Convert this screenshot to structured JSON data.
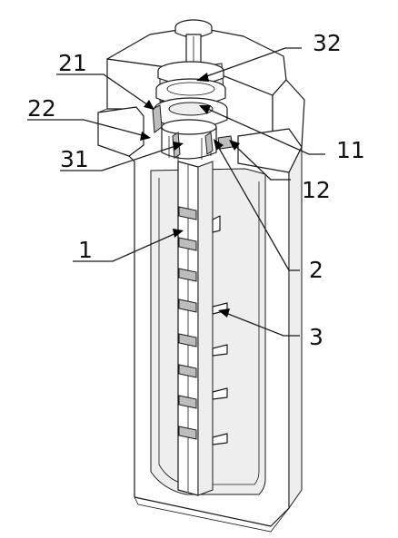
{
  "labels": {
    "l32": "32",
    "l21": "21",
    "l22": "22",
    "l11": "11",
    "l31": "31",
    "l12": "12",
    "l2": "2",
    "l1": "1",
    "l3": "3"
  }
}
